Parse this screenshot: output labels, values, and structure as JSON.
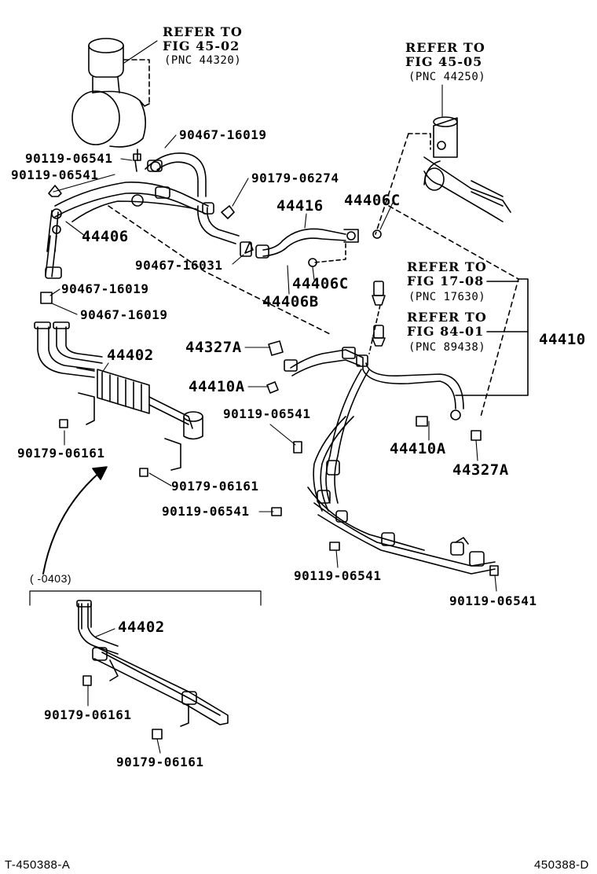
{
  "labels": {
    "ref1_line1": "REFER TO",
    "ref1_line2": "FIG 45-02",
    "ref1_line3": "(PNC 44320)",
    "ref2_line1": "REFER TO",
    "ref2_line2": "FIG 45-05",
    "ref2_line3": "(PNC 44250)",
    "ref3_line1": "REFER TO",
    "ref3_line2": "FIG 17-08",
    "ref3_line3": "(PNC 17630)",
    "ref4_line1": "REFER TO",
    "ref4_line2": "FIG 84-01",
    "ref4_line3": "(PNC 89438)",
    "p_90467_16019_a": "90467-16019",
    "p_90119_06541_a": "90119-06541",
    "p_90119_06541_b": "90119-06541",
    "p_90179_06274": "90179-06274",
    "p_44406": "44406",
    "p_44416": "44416",
    "p_44406C_a": "44406C",
    "p_90467_16031": "90467-16031",
    "p_44406C_b": "44406C",
    "p_44406B": "44406B",
    "p_90467_16019_b": "90467-16019",
    "p_90467_16019_c": "90467-16019",
    "p_44402_a": "44402",
    "p_44327A_a": "44327A",
    "p_44410": "44410",
    "p_44410A_a": "44410A",
    "p_90119_06541_c": "90119-06541",
    "p_90179_06161_a": "90179-06161",
    "p_44410A_b": "44410A",
    "p_44327A_b": "44327A",
    "p_90179_06161_b": "90179-06161",
    "p_90119_06541_d": "90119-06541",
    "p_90119_06541_e": "90119-06541",
    "p_90119_06541_f": "90119-06541",
    "inset_range": "(     -0403)",
    "p_44402_b": "44402",
    "p_90179_06161_c": "90179-06161",
    "p_90179_06161_d": "90179-06161",
    "footer_left": "T-450388-A",
    "footer_right": "450388-D"
  }
}
